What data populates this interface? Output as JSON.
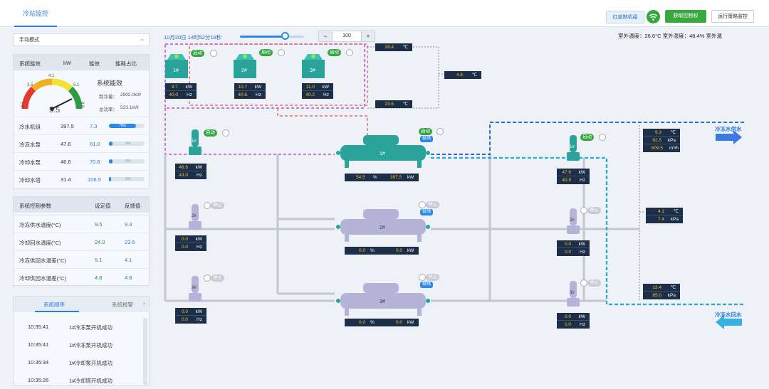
{
  "tabs": {
    "main": "冷站监控"
  },
  "toolbar": {
    "control_btn": "红盖制机组",
    "get_ctrl_btn": "获取控制权",
    "strategy_btn": "运行策略监控"
  },
  "mode_select": {
    "value": "手动模式"
  },
  "energy_panel": {
    "headers": [
      "系统能效",
      "kW",
      "能效",
      "能耗占比"
    ],
    "gauge": {
      "title": "系统能效",
      "value": "5.5",
      "min": "2.7",
      "max": "8.8",
      "mark_low": "3.5",
      "mark_mid": "4.1",
      "mark_high": "5.1",
      "cooling_label": "制冷量：",
      "cooling_value": "2902.0kW",
      "power_label": "总功率：",
      "power_value": "523.1kW"
    },
    "rows": [
      {
        "name": "冷水机组",
        "kw": "397.5",
        "eff": "7.3",
        "pct": 76,
        "pct_label": "76%"
      },
      {
        "name": "冷冻水泵",
        "kw": "47.6",
        "eff": "61.0",
        "pct": 9,
        "pct_label": "9%"
      },
      {
        "name": "冷却水泵",
        "kw": "46.6",
        "eff": "70.8",
        "pct": 9,
        "pct_label": "9%"
      },
      {
        "name": "冷却水塔",
        "kw": "31.4",
        "eff": "106.5",
        "pct": 6,
        "pct_label": "6%"
      }
    ]
  },
  "control_panel": {
    "headers": [
      "系统控制参数",
      "设定值",
      "反馈值"
    ],
    "rows": [
      {
        "name": "冷冻供水温度(°C)",
        "set": "9.5",
        "fb": "9.3"
      },
      {
        "name": "冷却回水温度(°C)",
        "set": "24.0",
        "fb": "23.6"
      },
      {
        "name": "冷冻供回水温差(°C)",
        "set": "5.1",
        "fb": "4.1"
      },
      {
        "name": "冷却供回水温差(°C)",
        "set": "4.8",
        "fb": "4.8"
      }
    ]
  },
  "log_panel": {
    "tabs": [
      "系统顺序",
      "系统报警"
    ],
    "rows": [
      {
        "time": "10:35:41",
        "msg": "1#冷冻泵开机成功"
      },
      {
        "time": "10:35:41",
        "msg": "1#冷冻泵开机成功"
      },
      {
        "time": "10:35:34",
        "msg": "1#冷却泵开机成功"
      },
      {
        "time": "10:35:26",
        "msg": "1#冷却塔开机成功"
      }
    ]
  },
  "center": {
    "datetime": "10月20日 14时52分18秒",
    "slider_pct": 70,
    "stepper_value": "100",
    "outdoor": "室外温度：26.6°C   室外湿度：48.4%   室外温"
  },
  "status": {
    "on": "启动",
    "off": "停止",
    "ready": "就绪"
  },
  "towers": [
    {
      "id": "1#",
      "kw": "9.7",
      "hz": "40.0"
    },
    {
      "id": "2#",
      "kw": "10.7",
      "hz": "40.6"
    },
    {
      "id": "3#",
      "kw": "11.0",
      "hz": "40.2"
    }
  ],
  "tower_temps": {
    "supply": "28.4",
    "mid": "4.8",
    "return": "23.6"
  },
  "cooling_pumps": [
    {
      "id": "1#",
      "on": true,
      "kw": "46.6",
      "hz": "43.0"
    },
    {
      "id": "2#",
      "on": false,
      "kw": "0.0",
      "hz": "0.0"
    },
    {
      "id": "3#",
      "on": false,
      "kw": "0.0",
      "hz": "0.0"
    }
  ],
  "chillers": [
    {
      "id": "1#",
      "on": true,
      "pct": "54.5",
      "kw": "397.5"
    },
    {
      "id": "2#",
      "on": false,
      "pct": "0.0",
      "kw": "0.0"
    },
    {
      "id": "3#",
      "on": false,
      "pct": "0.0",
      "kw": "0.0"
    }
  ],
  "chilled_pumps": [
    {
      "id": "1#",
      "on": true,
      "kw": "47.6",
      "hz": "40.9"
    },
    {
      "id": "2#",
      "on": false,
      "kw": "0.0",
      "hz": "0.0"
    },
    {
      "id": "3#",
      "on": false,
      "kw": "0.0",
      "hz": "0.0"
    }
  ],
  "supply_readout": {
    "temp": "9.3",
    "kpa": "92.5",
    "flow": "609.5"
  },
  "diff_readout": {
    "temp": "4.1",
    "kpa": "7.4"
  },
  "return_readout": {
    "temp": "13.4",
    "kpa": "85.0"
  },
  "units": {
    "c": "℃",
    "kw": "kW",
    "hz": "Hz",
    "pct": "%",
    "kpa": "kPa",
    "flow": "m³/h"
  },
  "legend": {
    "supply": "冷冻水供水",
    "return": "冷冻水回水"
  },
  "colors": {
    "accent": "#2a7de1",
    "run": "#36a53e",
    "stop": "#c6ccd4",
    "readout_bg": "#1d2e49",
    "readout_val": "#f5c518"
  }
}
